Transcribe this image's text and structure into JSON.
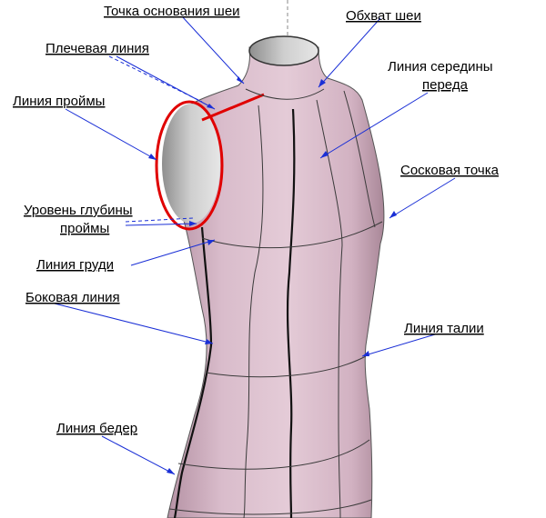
{
  "labels": {
    "neck_base_point": "Точка основания шеи",
    "neck_girth": "Обхват шеи",
    "shoulder_line": "Плечевая линия",
    "front_center_line_1": "Линия середины",
    "front_center_line_2": "переда",
    "armhole_line": "Линия проймы",
    "bust_point": "Сосковая точка",
    "armhole_depth_1": "Уровень глубины",
    "armhole_depth_2": "проймы",
    "bust_line": "Линия груди",
    "side_line": "Боковая линия",
    "waist_line": "Линия талии",
    "hip_line": "Линия бедер"
  },
  "colors": {
    "body_fill": "#dcc0cc",
    "body_shade": "#b898a8",
    "inner_gray": "#c4c4c4",
    "highlight_red": "#e00000",
    "pointer_blue": "#1a2fd6",
    "seam": "#3a3a3a"
  }
}
